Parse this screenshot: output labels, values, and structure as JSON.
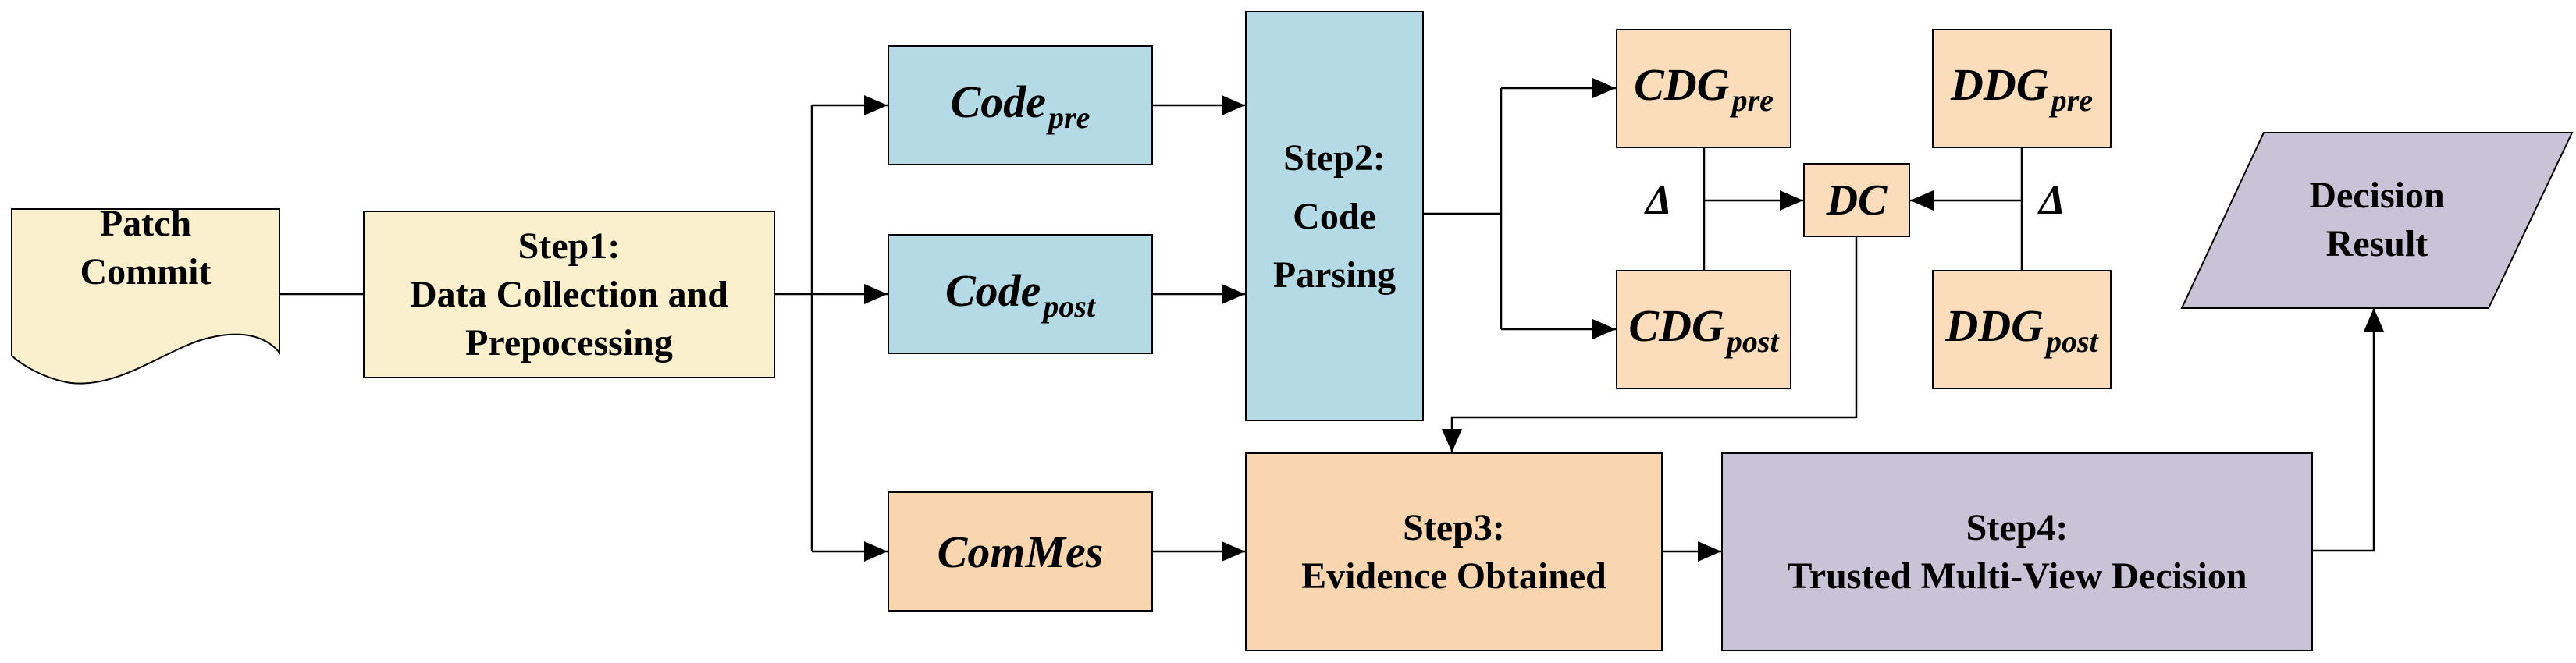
{
  "colors": {
    "cream": "#FAF0CD",
    "blue": "#B4DAE6",
    "peach": "#FBDCBB",
    "peach_deep": "#F9D6B0",
    "purple": "#C9C3D8",
    "line": "#000000",
    "background": "#FFFFFF"
  },
  "nodes": {
    "patch_commit": {
      "line1": "Patch",
      "line2": "Commit"
    },
    "step1": {
      "line1": "Step1:",
      "line2": "Data Collection and",
      "line3": "Prepocessing"
    },
    "code_pre": {
      "base": "Code",
      "sub": "pre"
    },
    "code_post": {
      "base": "Code",
      "sub": "post"
    },
    "commes": {
      "base": "ComMes"
    },
    "step2": {
      "line1": "Step2:",
      "line2": "Code",
      "line3": "Parsing"
    },
    "cdg_pre": {
      "base": "CDG",
      "sub": "pre"
    },
    "cdg_post": {
      "base": "CDG",
      "sub": "post"
    },
    "ddg_pre": {
      "base": "DDG",
      "sub": "pre"
    },
    "ddg_post": {
      "base": "DDG",
      "sub": "post"
    },
    "dc": {
      "base": "DC"
    },
    "delta_cdg": {
      "symbol": "Δ"
    },
    "delta_ddg": {
      "symbol": "Δ"
    },
    "step3": {
      "line1": "Step3:",
      "line2": "Evidence Obtained"
    },
    "step4": {
      "line1": "Step4:",
      "line2": "Trusted Multi-View Decision"
    },
    "decision_result": {
      "line1": "Decision",
      "line2": "Result"
    }
  }
}
